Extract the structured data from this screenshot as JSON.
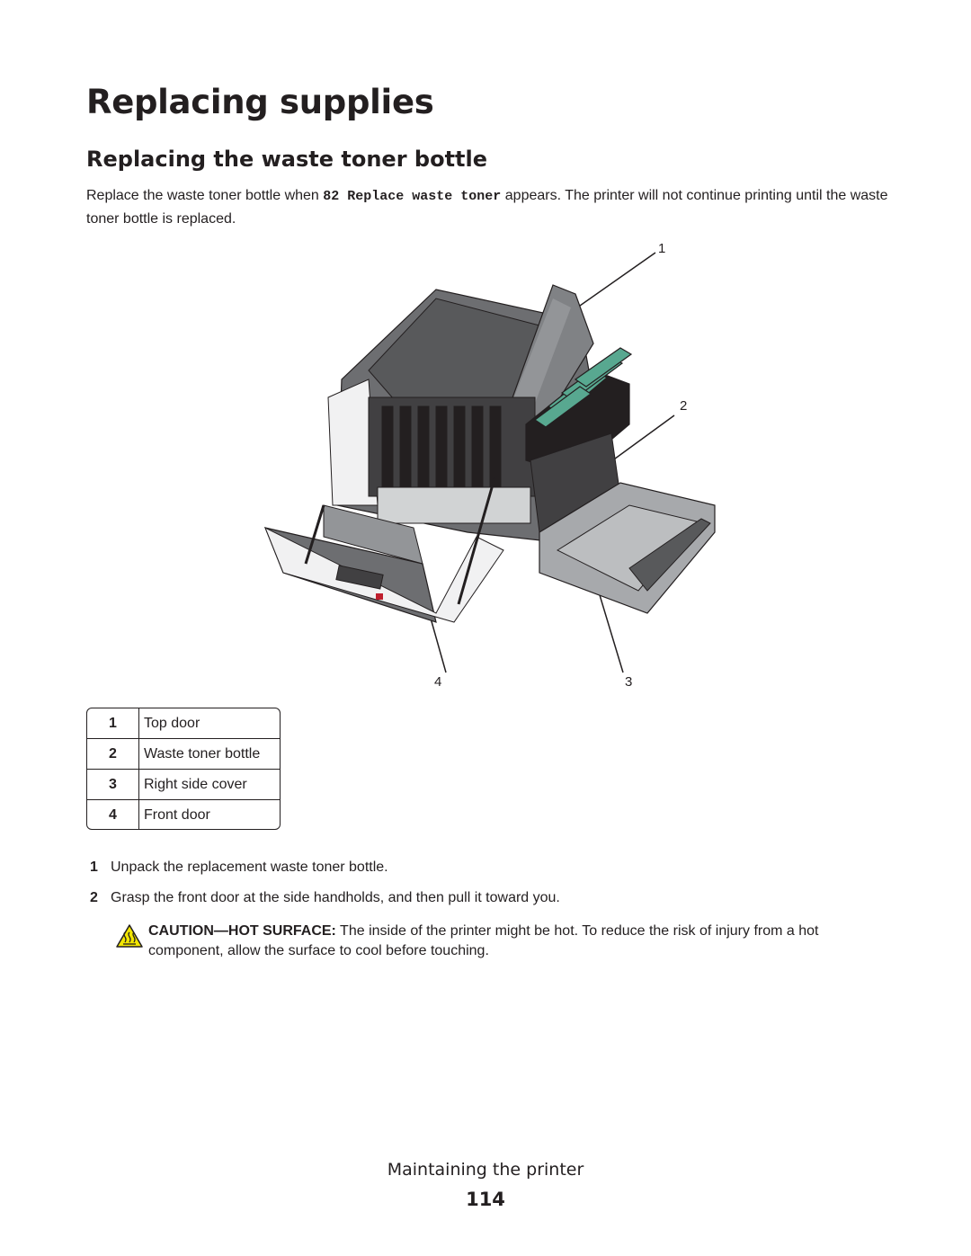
{
  "page": {
    "title": "Replacing supplies",
    "section_title": "Replacing the waste toner bottle",
    "intro_before": "Replace the waste toner bottle when ",
    "intro_code": "82 Replace waste toner",
    "intro_after": " appears. The printer will not continue printing until the waste toner bottle is replaced."
  },
  "figure": {
    "callouts": [
      "1",
      "2",
      "3",
      "4"
    ]
  },
  "legend": [
    {
      "num": "1",
      "label": "Top door"
    },
    {
      "num": "2",
      "label": "Waste toner bottle"
    },
    {
      "num": "3",
      "label": "Right side cover"
    },
    {
      "num": "4",
      "label": "Front door"
    }
  ],
  "steps": [
    {
      "num": "1",
      "text": "Unpack the replacement waste toner bottle."
    },
    {
      "num": "2",
      "text": "Grasp the front door at the side handholds, and then pull it toward you."
    }
  ],
  "caution": {
    "label": "CAUTION—HOT SURFACE:",
    "text": " The inside of the printer might be hot. To reduce the risk of injury from a hot component, allow the surface to cool before touching.",
    "icon": "hot-surface-warning-icon"
  },
  "footer": {
    "chapter": "Maintaining the printer",
    "page_number": "114"
  }
}
